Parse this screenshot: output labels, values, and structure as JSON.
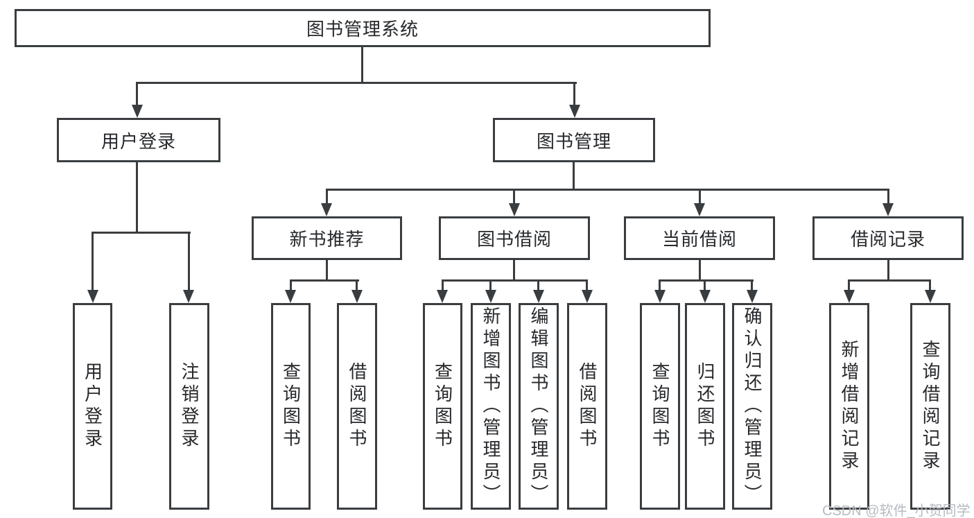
{
  "title": "图书管理系统",
  "watermark": "CSDN @软件_小贺同学",
  "colors": {
    "line": "#3a3d40",
    "text": "#26282b",
    "watermark": "#b6bbc1",
    "background": "#ffffff"
  },
  "tree": {
    "root": {
      "label": "图书管理系统"
    },
    "branches": [
      {
        "label": "用户登录",
        "children": [
          {
            "label": "用户登录"
          },
          {
            "label": "注销登录"
          }
        ]
      },
      {
        "label": "图书管理",
        "children": [
          {
            "label": "新书推荐",
            "children": [
              {
                "label": "查询图书"
              },
              {
                "label": "借阅图书"
              }
            ]
          },
          {
            "label": "图书借阅",
            "children": [
              {
                "label": "查询图书"
              },
              {
                "label": "新增图书（管理员）"
              },
              {
                "label": "编辑图书（管理员）"
              },
              {
                "label": "借阅图书"
              }
            ]
          },
          {
            "label": "当前借阅",
            "children": [
              {
                "label": "查询图书"
              },
              {
                "label": "归还图书"
              },
              {
                "label": "确认归还（管理员）"
              }
            ]
          },
          {
            "label": "借阅记录",
            "children": [
              {
                "label": "新增借阅记录"
              },
              {
                "label": "查询借阅记录"
              }
            ]
          }
        ]
      }
    ]
  }
}
